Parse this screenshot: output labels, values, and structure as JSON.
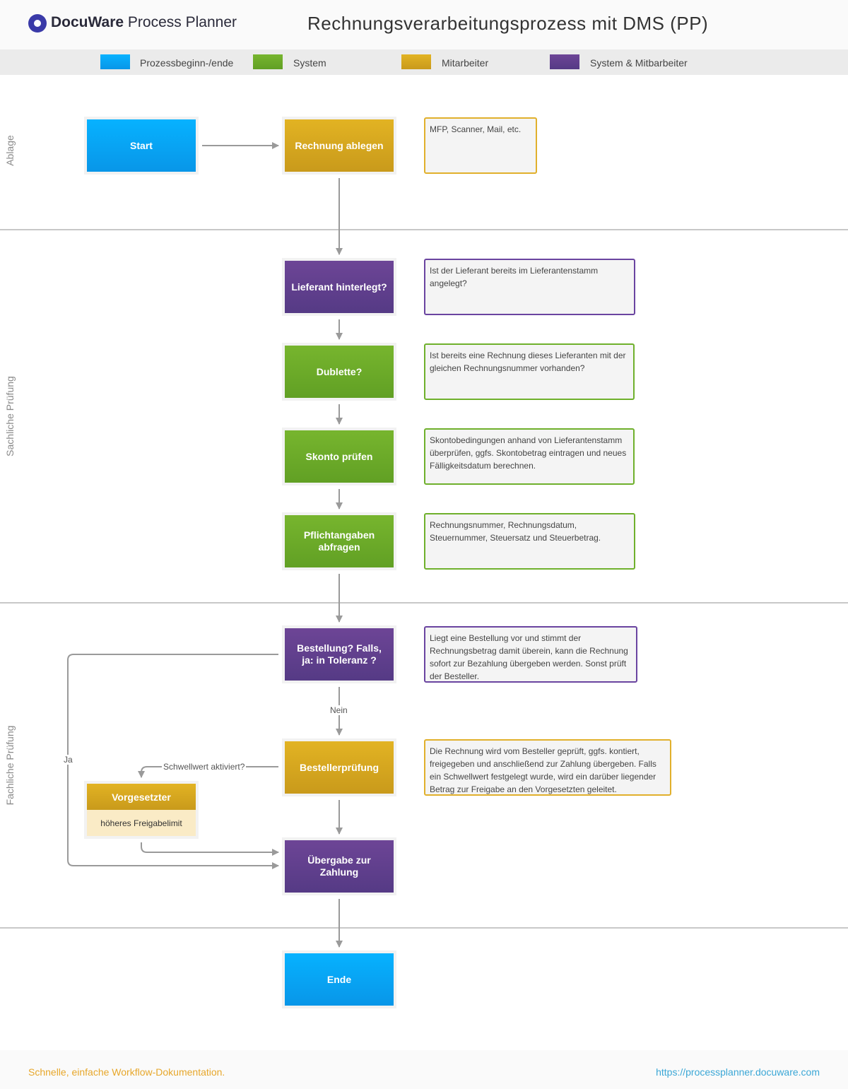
{
  "header": {
    "logo_brand": "DocuWare",
    "logo_product": "Process Planner",
    "title": "Rechnungsverarbeitungsprozess mit DMS (PP)"
  },
  "legend": [
    {
      "label": "Prozessbeginn-/ende",
      "color": "#07a6f7"
    },
    {
      "label": "System",
      "color": "#6cae28"
    },
    {
      "label": "Mitarbeiter",
      "color": "#d9a71f"
    },
    {
      "label": "System & Mitbarbeiter",
      "color": "#603e8f"
    }
  ],
  "lanes": {
    "ablage": "Ablage",
    "sachliche": "Sachliche Prüfung",
    "fachliche": "Fachliche Prüfung"
  },
  "steps": {
    "start": "Start",
    "rechnung_ablegen": "Rechnung ablegen",
    "lieferant": "Lieferant hinterlegt?",
    "dublette": "Dublette?",
    "skonto": "Skonto prüfen",
    "pflicht": "Pflichtangaben abfragen",
    "bestellung": "Bestellung? Falls, ja: in Toleranz ?",
    "bestellerpruefung": "Bestellerprüfung",
    "vorgesetzter": "Vorgesetzter",
    "vorgesetzter_sub": "höheres Freigabelimit",
    "uebergabe": "Übergabe zur Zahlung",
    "ende": "Ende"
  },
  "notes": {
    "ablegen": "MFP, Scanner, Mail, etc.",
    "lieferant": "Ist der Lieferant bereits im Lieferantenstamm angelegt?",
    "dublette": "Ist bereits eine Rechnung dieses Lieferanten mit der gleichen Rechnungsnummer vorhanden?",
    "skonto": "Skontobedingungen anhand von Lieferantenstamm überprüfen, ggfs. Skontobetrag eintragen und neues Fälligkeitsdatum berechnen.",
    "pflicht": "Rechnungsnummer, Rechnungsdatum, Steuernummer, Steuersatz und Steuerbetrag.",
    "bestellung": "Liegt eine Bestellung vor und stimmt der Rechnungsbetrag damit überein, kann die Rechnung sofort zur Bezahlung übergeben werden. Sonst prüft der Besteller.",
    "besteller": "Die Rechnung wird vom Besteller geprüft, ggfs. kontiert, freigegeben und anschließend zur Zahlung übergeben. Falls ein Schwellwert festgelegt wurde, wird ein darüber liegender Betrag zur Freigabe an den Vorgesetzten geleitet."
  },
  "edge_labels": {
    "nein": "Nein",
    "ja": "Ja",
    "schwellwert": "Schwellwert aktiviert?"
  },
  "footer": {
    "slogan": "Schnelle, einfache Workflow-Dokumentation.",
    "url": "https://processplanner.docuware.com"
  }
}
